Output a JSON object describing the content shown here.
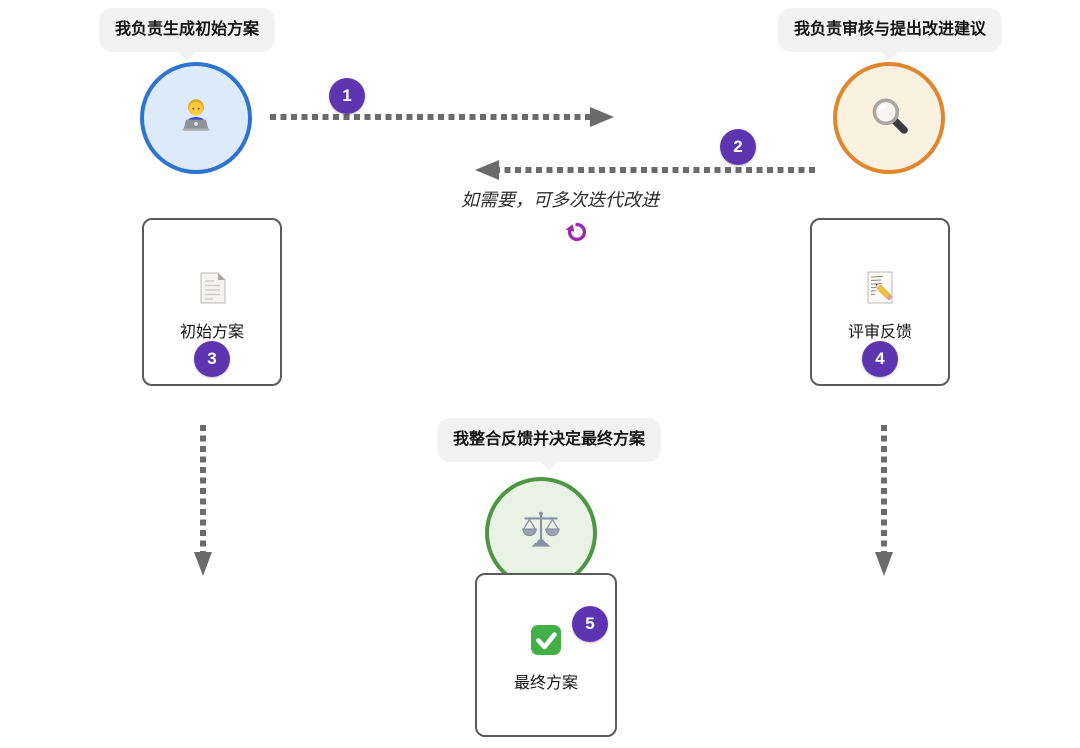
{
  "actors": {
    "author": {
      "bubble": "我负责生成初始方案",
      "icon": "man-technologist-icon"
    },
    "reviewer": {
      "bubble": "我负责审核与提出改进建议",
      "icon": "magnifying-glass-icon"
    },
    "integrator": {
      "bubble": "我整合反馈并决定最终方案",
      "icon": "balance-scale-icon"
    }
  },
  "steps": {
    "s1": "1",
    "s2": "2",
    "s3": "3",
    "s4": "4",
    "s5": "5"
  },
  "note": {
    "text": "如需要，可多次迭代改进",
    "icon": "counterclockwise-refresh-icon"
  },
  "artifacts": {
    "initial": {
      "label": "初始方案",
      "badge": "3",
      "icon": "page-with-curl-icon"
    },
    "review": {
      "label": "评审反馈",
      "badge": "4",
      "icon": "memo-pencil-icon"
    },
    "final": {
      "label": "最终方案",
      "badge": "5",
      "icon": "check-mark-icon"
    }
  },
  "palette": {
    "badge_purple": "#5e35b1",
    "refresh_purple": "#9c27b0",
    "arrow_gray": "#6b6b6b",
    "card_border": "#5a5a5a",
    "bubble_bg": "#f2f2f2",
    "author_border": "#2e74cf",
    "author_fill": "#dceafa",
    "reviewer_border": "#e0862e",
    "reviewer_fill": "#fbf1e1",
    "integrator_border": "#4e9644",
    "integrator_fill": "#e9f3e5"
  }
}
